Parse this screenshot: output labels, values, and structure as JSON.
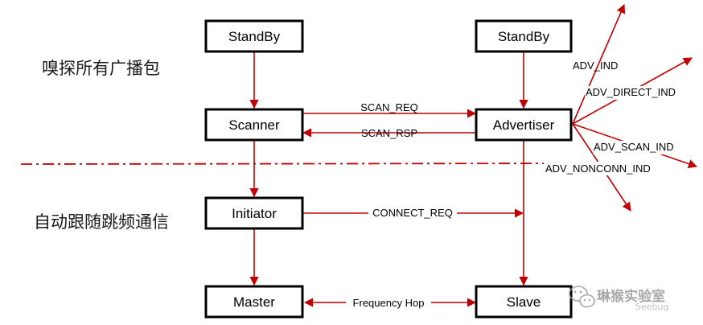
{
  "sections": {
    "sniff": "嗅探所有广播包",
    "hop": "自动跟随跳频通信"
  },
  "boxes": {
    "standby_left": "StandBy",
    "standby_right": "StandBy",
    "scanner": "Scanner",
    "advertiser": "Advertiser",
    "initiator": "Initiator",
    "master": "Master",
    "slave": "Slave"
  },
  "messages": {
    "scan_req": "SCAN_REQ",
    "scan_rsp": "SCAN_RSP",
    "connect_req": "CONNECT_REQ",
    "frequency_hop": "Frequency Hop"
  },
  "adv_types": {
    "adv_ind": "ADV_IND",
    "adv_direct_ind": "ADV_DIRECT_IND",
    "adv_scan_ind": "ADV_SCAN_IND",
    "adv_nonconn_ind": "ADV_NONCONN_IND"
  },
  "watermark": {
    "name": "琳猴实验室",
    "sub": "Seebug",
    "icon": "wechat-icon"
  },
  "colors": {
    "arrow": "#c00000",
    "box_border": "#000000",
    "text": "#000000"
  }
}
